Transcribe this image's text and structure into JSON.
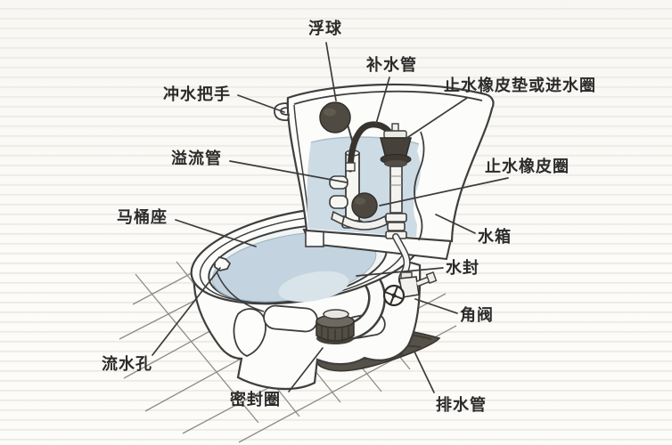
{
  "diagram": {
    "subject": "toilet-structure-diagram",
    "labels": [
      {
        "id": "float-ball",
        "text": "浮球"
      },
      {
        "id": "refill-tube",
        "text": "补水管"
      },
      {
        "id": "flush-handle",
        "text": "冲水把手"
      },
      {
        "id": "inlet-washer",
        "text": "止水橡皮垫或进水圈"
      },
      {
        "id": "overflow-tube",
        "text": "溢流管"
      },
      {
        "id": "stop-rubber-ring",
        "text": "止水橡皮圈"
      },
      {
        "id": "toilet-seat",
        "text": "马桶座"
      },
      {
        "id": "water-tank",
        "text": "水箱"
      },
      {
        "id": "water-seal",
        "text": "水封"
      },
      {
        "id": "angle-valve",
        "text": "角阀"
      },
      {
        "id": "water-flow-hole",
        "text": "流水孔"
      },
      {
        "id": "sealing-ring",
        "text": "密封圈"
      },
      {
        "id": "drain-pipe",
        "text": "排水管"
      }
    ],
    "colors": {
      "paper": "#fbfaf7",
      "paper_stripe": "#e9e7e2",
      "outline_ink": "#3e3e3e",
      "label_text": "#2b2b2b",
      "porcelain": "#fcfcfa",
      "water": "#c8d7e2",
      "rubber_dark": "#4c4840",
      "drain_dark": "#56524a"
    }
  }
}
